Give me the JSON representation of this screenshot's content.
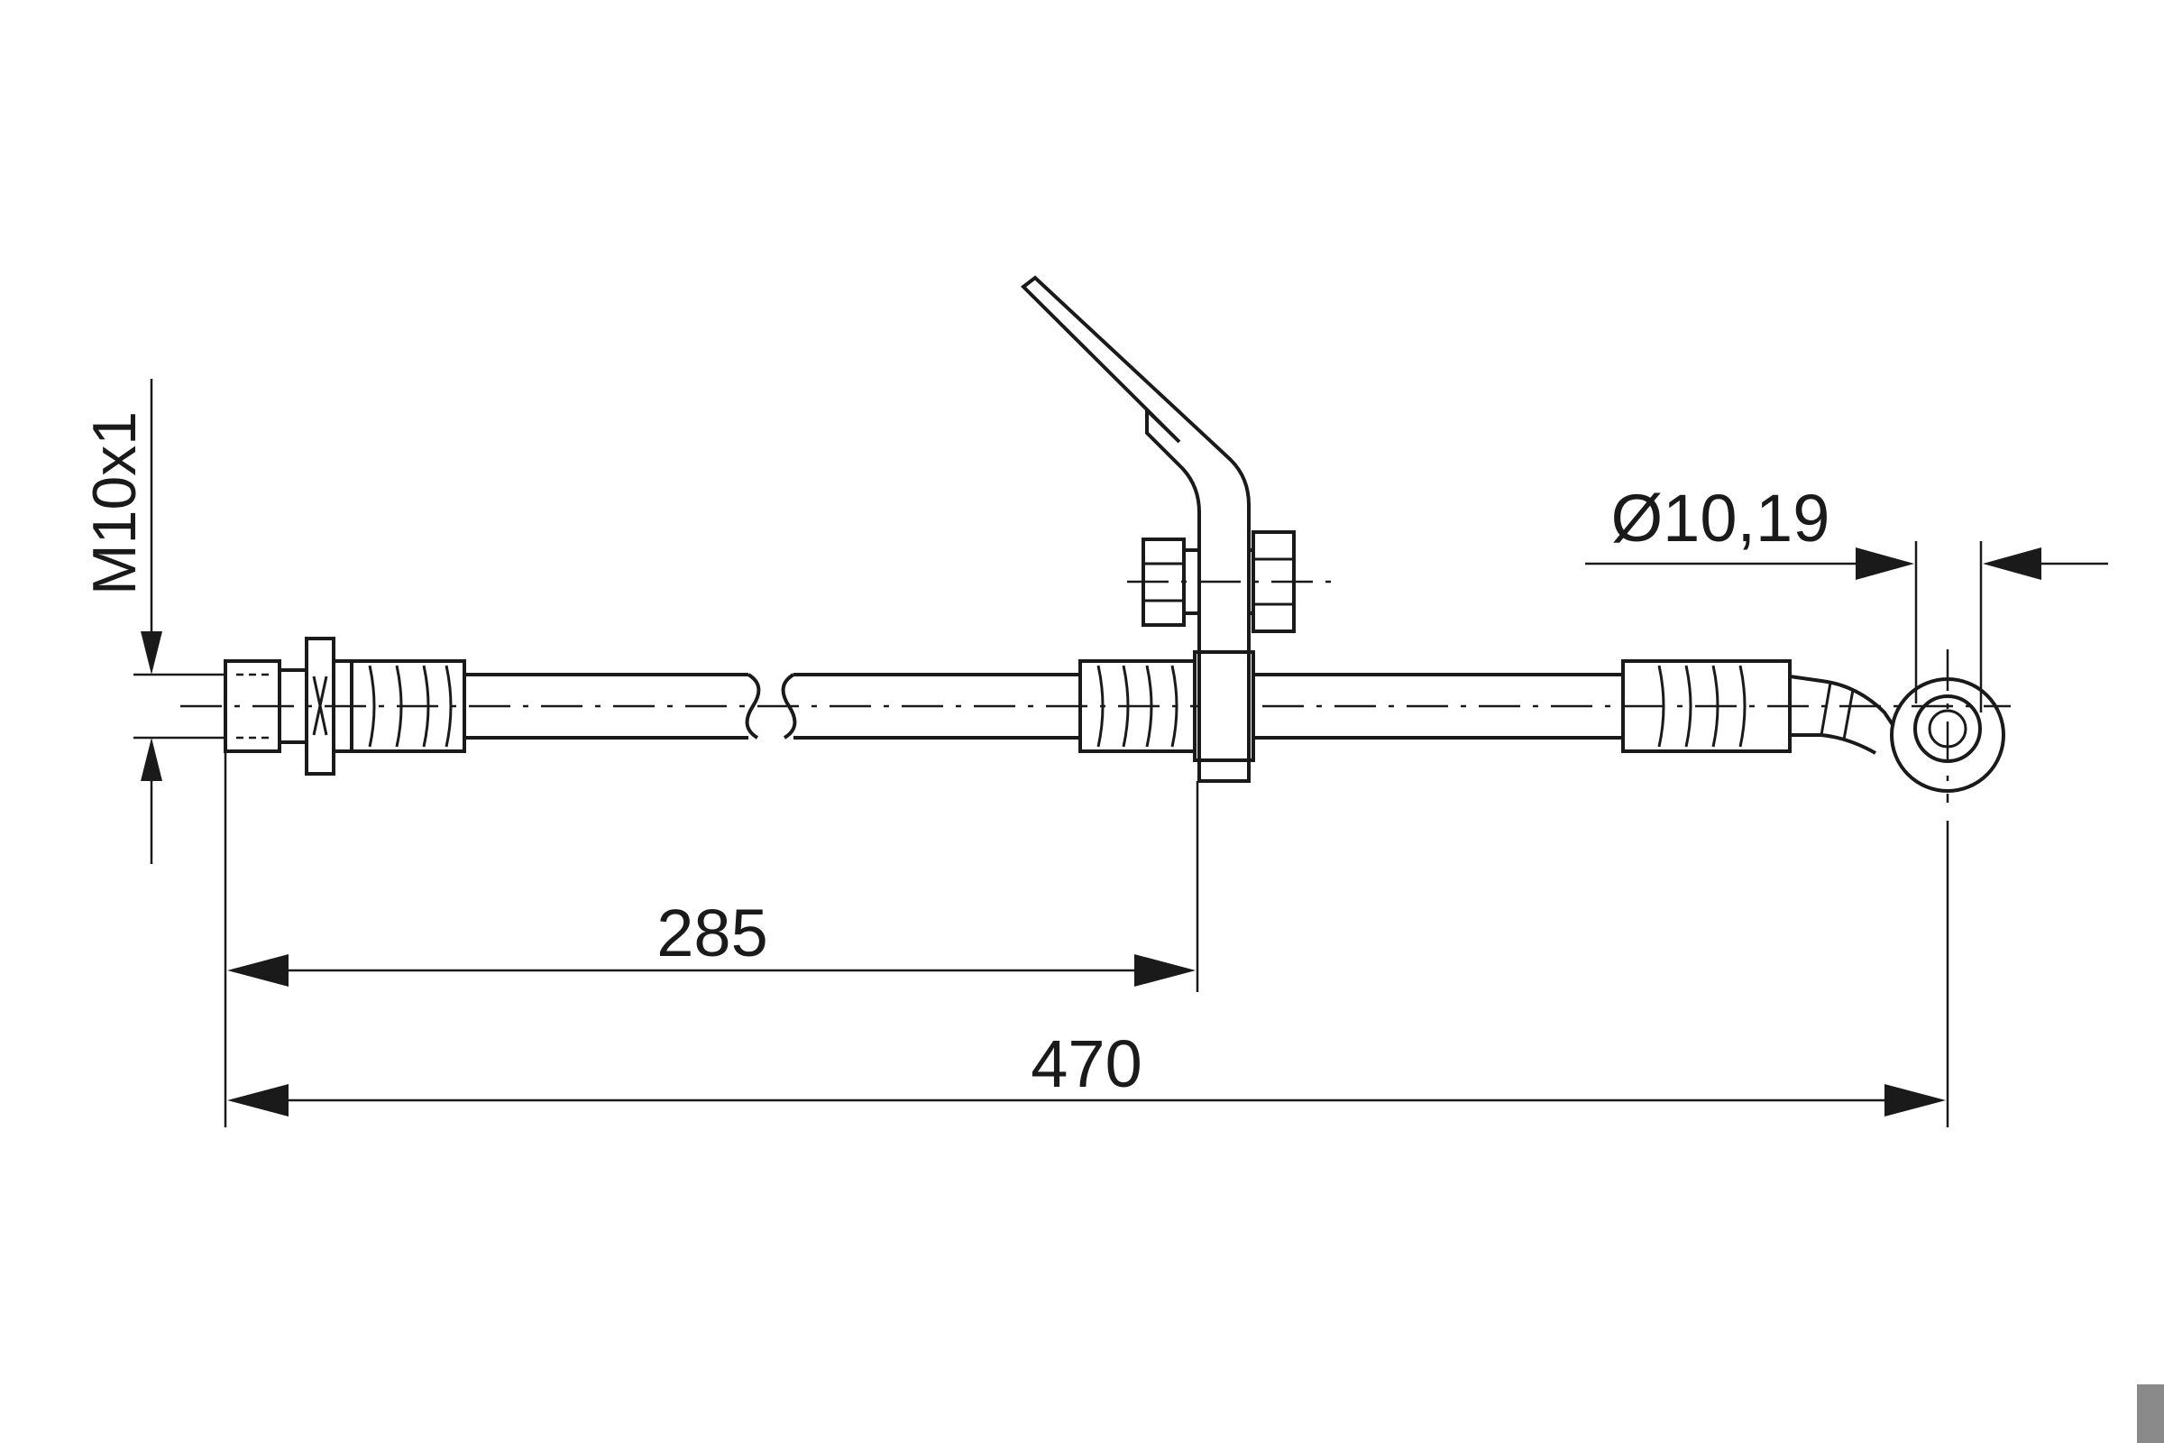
{
  "dimensions": {
    "thread": "M10x1",
    "bracket_length": "285",
    "overall_length": "470",
    "eye_diameter": "Ø10,19"
  },
  "colors": {
    "line": "#1a1a1a",
    "background": "#ffffff",
    "corner_mark": "#8a8a8a"
  }
}
